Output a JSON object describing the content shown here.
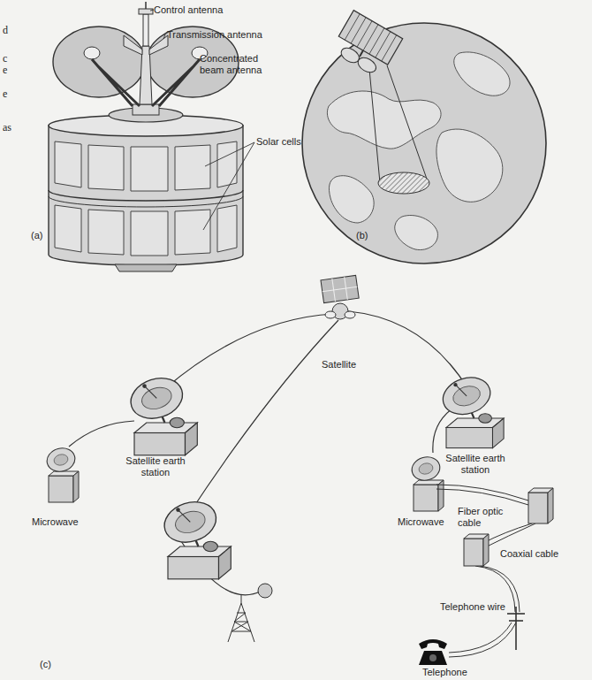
{
  "diagram": {
    "labels": [
      "Control antenna",
      "Transmission antenna",
      "Concentrated beam antenna",
      "Solar cells",
      "(a)",
      "(b)",
      "Satellite",
      "Satellite earth station",
      "Microwave",
      "Satellite earth station",
      "Microwave",
      "Fiber optic cable",
      "Coaxial cable",
      "Telephone wire",
      "Telephone",
      "(c)",
      "d",
      "c",
      "e",
      "e",
      "as"
    ]
  }
}
